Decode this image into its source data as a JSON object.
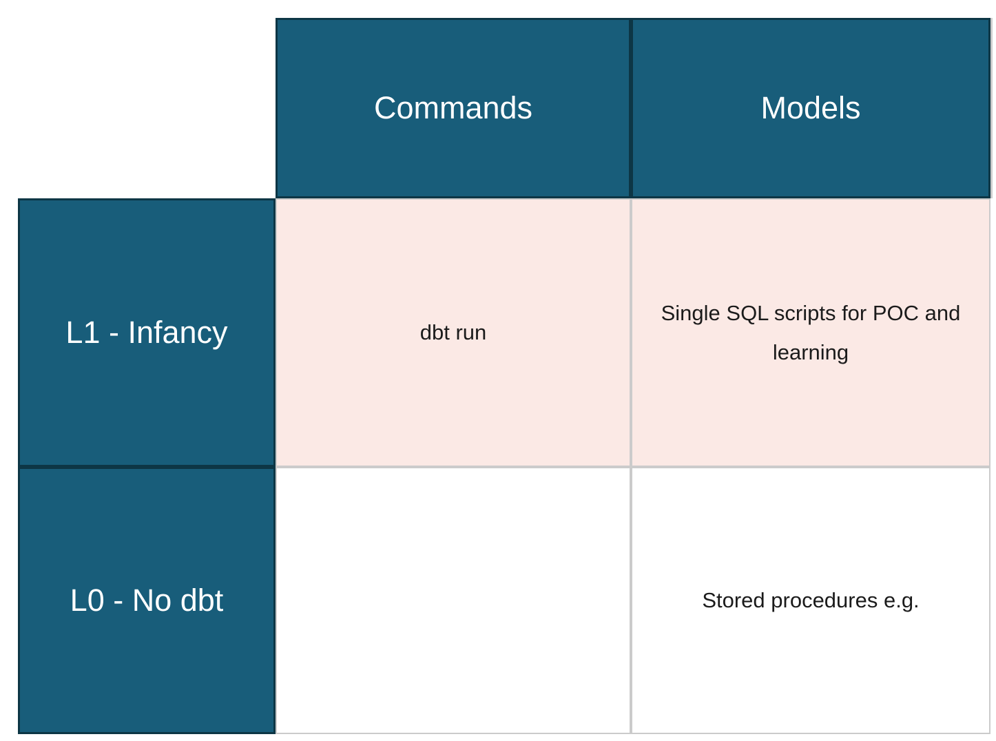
{
  "page": {
    "background": "#FFFFFF"
  },
  "table": {
    "column_headers": [
      "Commands",
      "Models"
    ],
    "rows": [
      {
        "label": "L1 - Infancy",
        "cells": [
          "dbt run",
          "Single SQL scripts for POC and learning"
        ],
        "row_style": "highlighted-pink"
      },
      {
        "label": "L0 - No dbt",
        "cells": [
          "",
          "Stored procedures e.g."
        ],
        "row_style": "plain-white"
      }
    ],
    "colors": {
      "header_background": "#185D7A",
      "header_border": "#0D3645",
      "header_text": "#FFFFFF",
      "highlight_row_background": "#FBE9E5",
      "plain_row_background": "#FFFFFF",
      "body_grid_border": "#CBCBCB",
      "body_text": "#1B1B1B"
    }
  }
}
